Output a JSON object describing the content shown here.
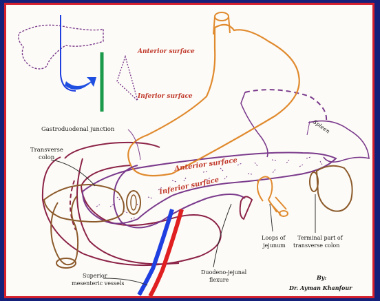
{
  "colors": {
    "background_frame": "#15207a",
    "border": "#d41f2c",
    "stomach": "#e08a2e",
    "pancreas": "#7a3a8c",
    "colon": "#8b5a2b",
    "mesentery": "#8b2247",
    "artery": "#e02020",
    "vein": "#1f3fe0",
    "label_red": "#c0392b",
    "arrow_blue": "#1f4fe0",
    "bar_green": "#1a9a4a"
  },
  "inset": {
    "anterior_surface": "Anterior surface",
    "inferior_surface": "Inferior surface"
  },
  "labels": {
    "gastroduodenal_junction": "Gastroduodenal junction",
    "transverse_colon": "Transverse colon",
    "spleen": "Spleen",
    "anterior_surface": "Anterior surface",
    "inferior_surface": "Inferior surface",
    "loops_of_jejunum": "Loops of jejunum",
    "terminal_part": "Terminal part of transverse colon",
    "superior_mesenteric_vessels": "Superior mesenteric vessels",
    "duodenojejunal_flexure": "Duodeno-jejunal flexure"
  },
  "credit": {
    "by": "By:",
    "author": "Dr. Ayman Khanfour"
  }
}
